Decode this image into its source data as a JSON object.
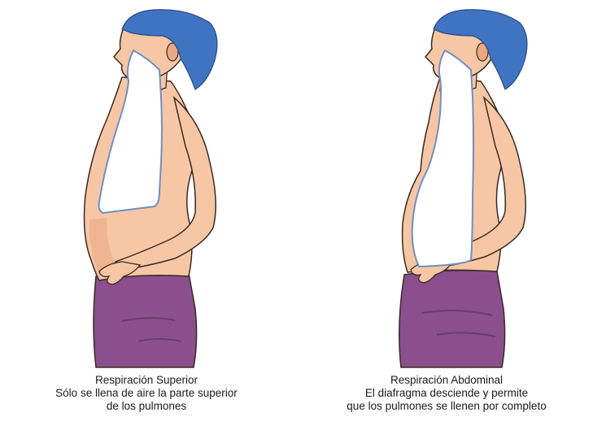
{
  "figures": [
    {
      "caption_title": "Respiración Superior",
      "caption_line1": "Sólo se llena de aire la parte superior",
      "caption_line2": "de los pulmones"
    },
    {
      "caption_title": "Respiración Abdominal",
      "caption_line1": "El diafragma desciende y permite",
      "caption_line2": "que los pulmones se llenen por completo"
    }
  ],
  "colors": {
    "hair": "#3f74c2",
    "skin": "#f7c7a5",
    "skin_shade": "#e9a883",
    "outline": "#3a2a22",
    "lungs": "#ffffff",
    "lungs_edge": "#6f8fc4",
    "pants": "#8a4f8c",
    "pants_dark": "#6b3a6d"
  }
}
